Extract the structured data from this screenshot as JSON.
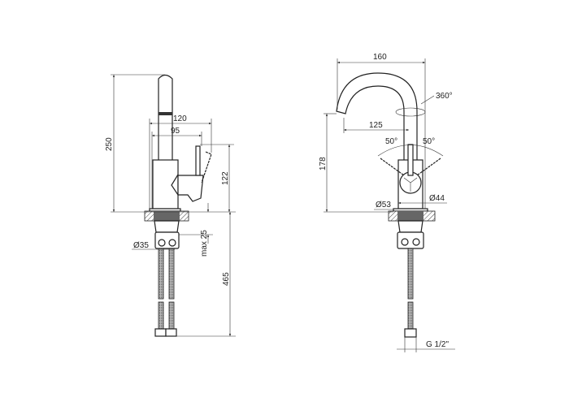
{
  "side_view": {
    "height_total": "250",
    "reach_handle": "120",
    "reach_body": "95",
    "handle_height": "122",
    "shank_diameter": "Ø35",
    "deck_thickness": "max 25",
    "hose_length": "465"
  },
  "front_view": {
    "spout_width": "160",
    "rotation": "360°",
    "spout_reach": "125",
    "spout_height": "178",
    "angle_left": "50°",
    "angle_right": "50°",
    "base_diameter": "Ø53",
    "body_diameter": "Ø44",
    "connection": "G 1/2\""
  }
}
